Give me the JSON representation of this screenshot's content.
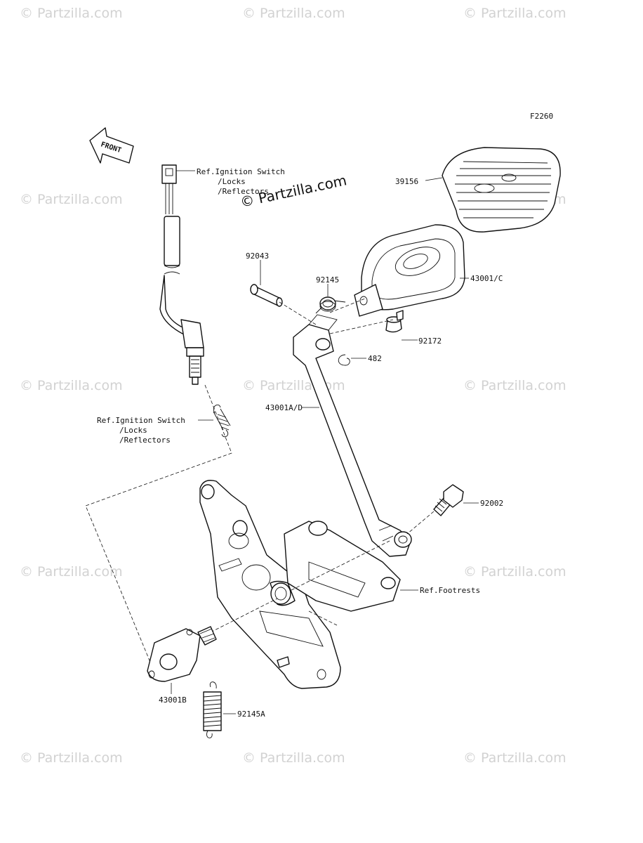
{
  "diagram_code": "F2260",
  "front_arrow_text": "FRONT",
  "watermark_text": "© Partzilla.com",
  "main_watermark_text": "© Partzilla.com",
  "parts": [
    {
      "id": "39156",
      "label": "39156"
    },
    {
      "id": "43001C",
      "label": "43001/C"
    },
    {
      "id": "92043",
      "label": "92043"
    },
    {
      "id": "92145",
      "label": "92145"
    },
    {
      "id": "92172",
      "label": "92172"
    },
    {
      "id": "482",
      "label": "482"
    },
    {
      "id": "43001AD",
      "label": "43001A/D"
    },
    {
      "id": "92002",
      "label": "92002"
    },
    {
      "id": "43001B",
      "label": "43001B"
    },
    {
      "id": "92145A",
      "label": "92145A"
    }
  ],
  "references": {
    "top": [
      "Ref.Ignition Switch",
      "/Locks",
      "/Reflectors"
    ],
    "mid": [
      "Ref.Ignition Switch",
      "/Locks",
      "/Reflectors"
    ],
    "footrests": "Ref.Footrests"
  }
}
